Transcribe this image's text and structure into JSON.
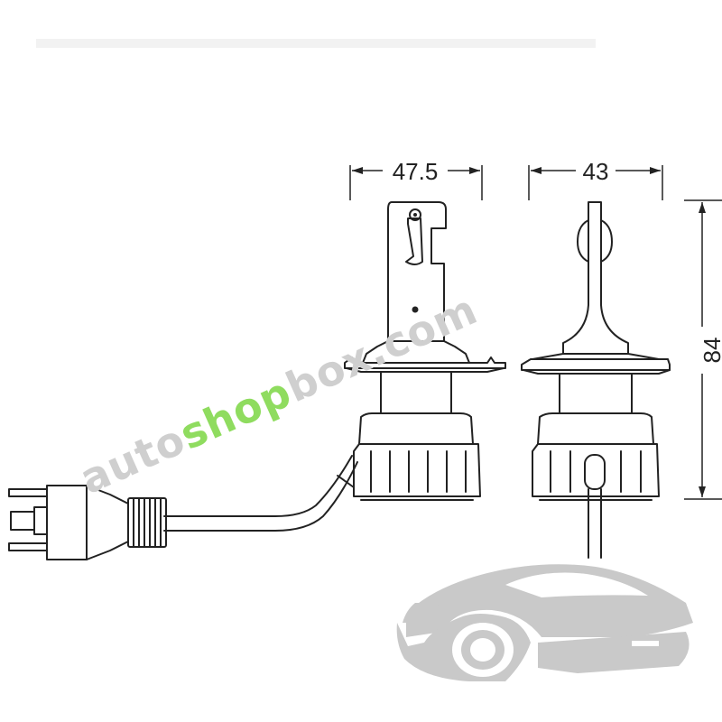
{
  "dimensions": {
    "width_left": "47.5",
    "width_right": "43",
    "height": "84"
  },
  "watermark": {
    "part1": "auto",
    "part2": "shop",
    "part3": "box.com",
    "colors": {
      "gray": "#cfcfcf",
      "green": "#8fdc5f"
    }
  },
  "colors": {
    "line": "#222222",
    "car": "#c9c9c9"
  }
}
